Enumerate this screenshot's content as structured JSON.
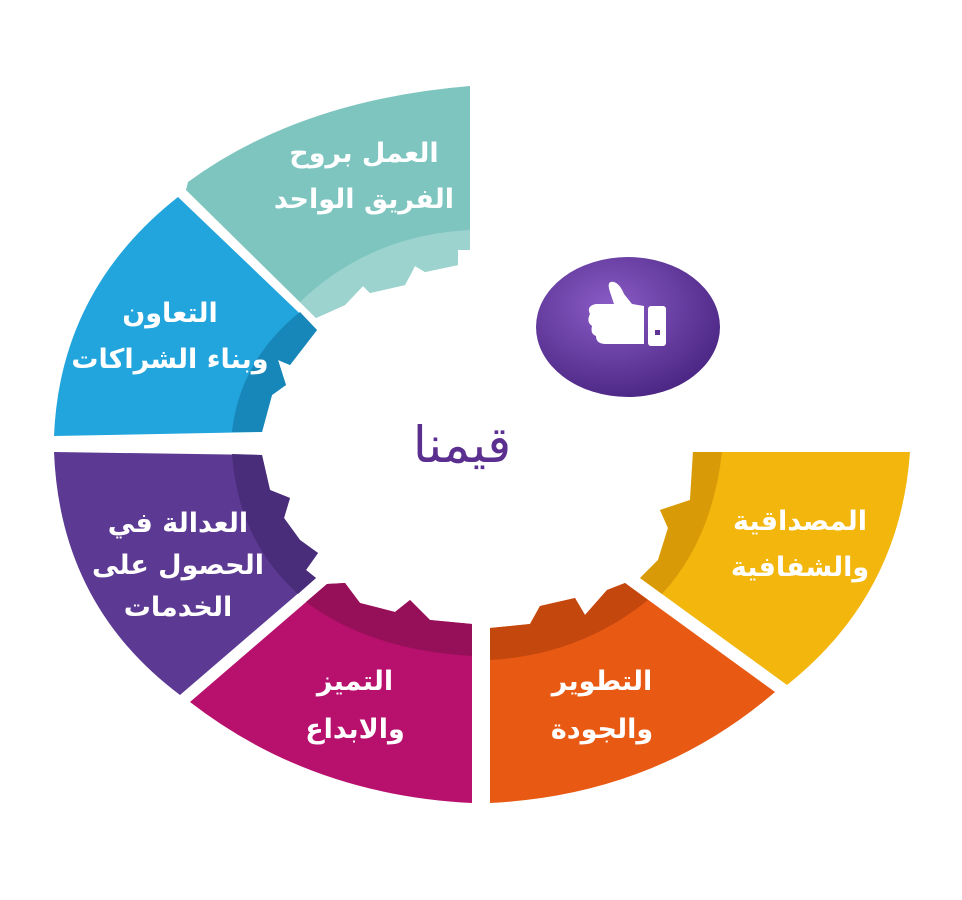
{
  "center": {
    "title": "قيمنا",
    "icon": "thumbs-up-icon",
    "icon_color": "#5e3393"
  },
  "values": [
    {
      "id": "teamwork",
      "lines": [
        "العمل بروح",
        "الفريق الواحد"
      ],
      "color": "#7ec5c0",
      "inner_color": "#9dd3ce"
    },
    {
      "id": "cooperation",
      "lines": [
        "التعاون",
        "وبناء الشراكات"
      ],
      "color": "#22a5dc",
      "inner_color": "#1786b9"
    },
    {
      "id": "justice",
      "lines": [
        "العدالة في",
        "الحصول على",
        "الخدمات"
      ],
      "color": "#5c3a93",
      "inner_color": "#4a2d7a"
    },
    {
      "id": "excellence",
      "lines": [
        "التميز",
        "والابداع"
      ],
      "color": "#b8106d",
      "inner_color": "#951058"
    },
    {
      "id": "development",
      "lines": [
        "التطوير",
        "والجودة"
      ],
      "color": "#e85a14",
      "inner_color": "#c4470d"
    },
    {
      "id": "credibility",
      "lines": [
        "المصداقية",
        "والشفافية"
      ],
      "color": "#f2b60d",
      "inner_color": "#d99a07"
    }
  ]
}
